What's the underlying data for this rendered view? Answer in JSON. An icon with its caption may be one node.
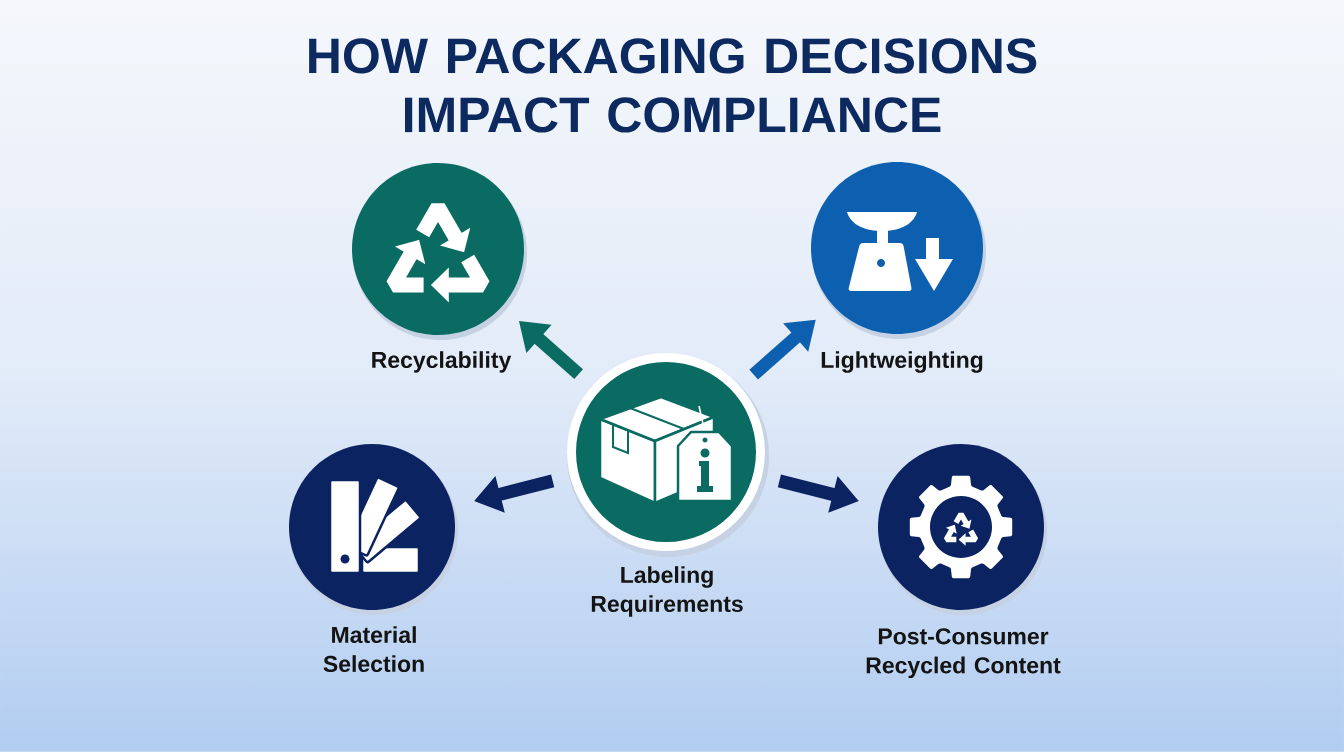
{
  "diagram": {
    "title": "HOW PACKAGING DECISIONS IMPACT COMPLIANCE",
    "nodes": [
      {
        "text": [
          "Recyclability"
        ]
      },
      {
        "text": [
          "Lightweighting"
        ]
      },
      {
        "text": [
          "Labeling Requirements"
        ]
      },
      {
        "text": [
          "Material Selection"
        ]
      },
      {
        "text": [
          "Post-Consumer Recycled Content"
        ]
      }
    ],
    "edges": [
      {
        "from": 2,
        "to": 0,
        "arrow": "to",
        "color": "#0a6b62"
      },
      {
        "from": 2,
        "to": 1,
        "arrow": "to",
        "color": "#0d60b0"
      },
      {
        "from": 2,
        "to": 3,
        "arrow": "to"
      },
      {
        "from": 2,
        "to": 4,
        "arrow": "to"
      }
    ]
  }
}
